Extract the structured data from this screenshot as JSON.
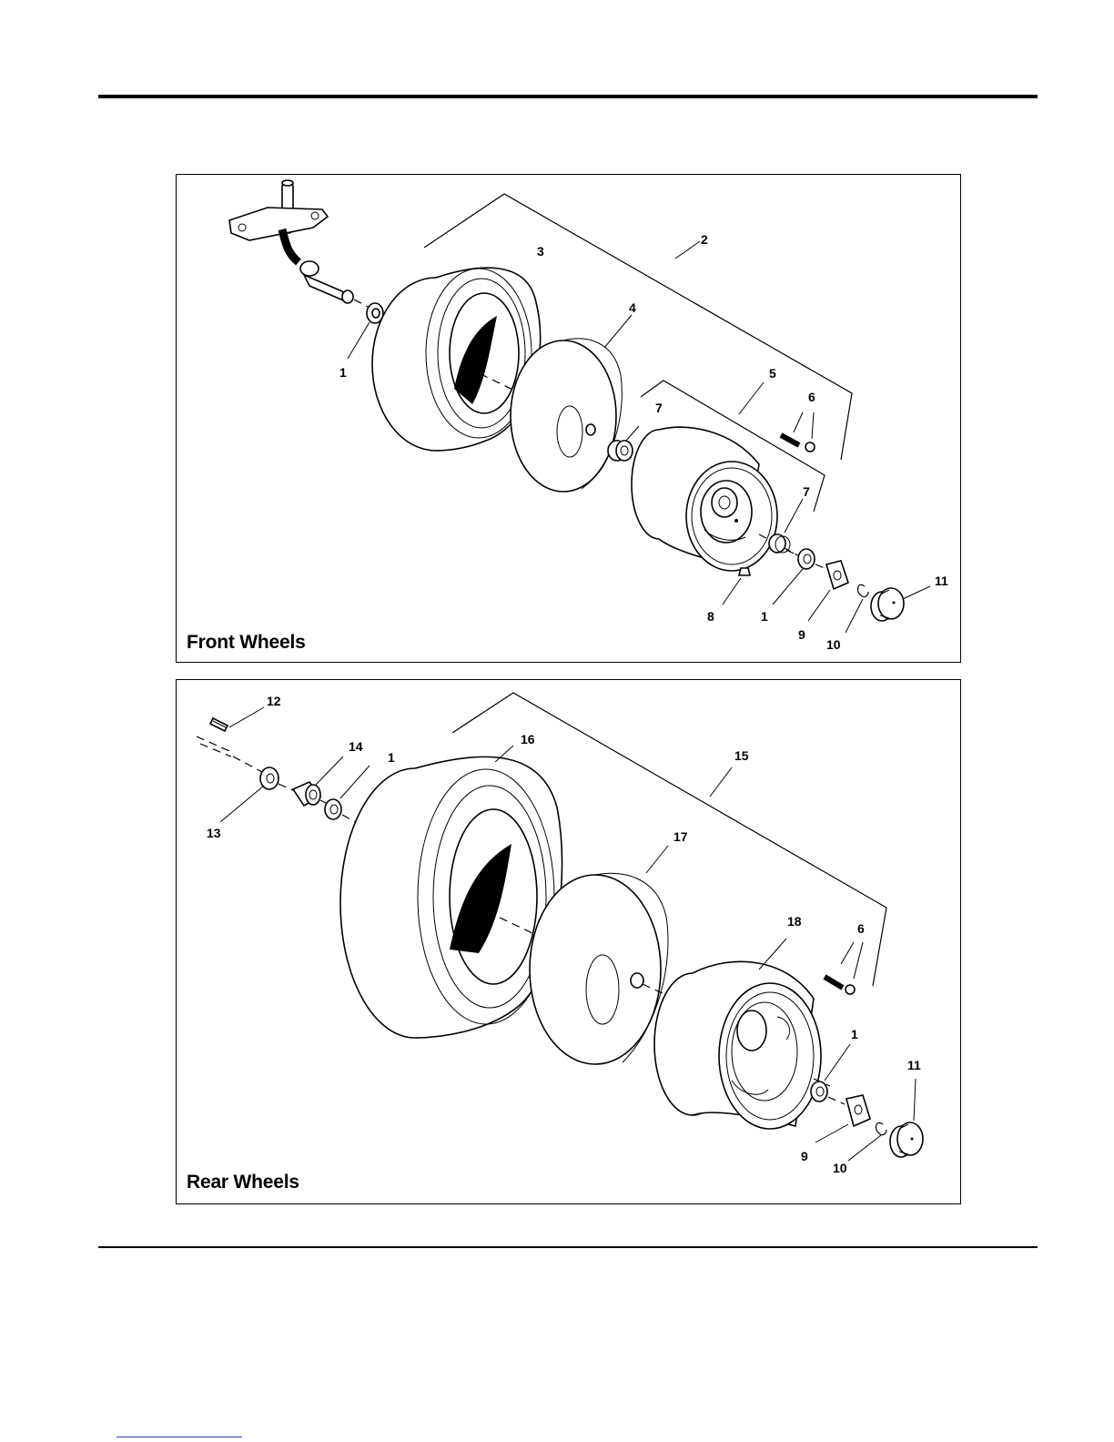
{
  "panels": {
    "front": {
      "title": "Front Wheels",
      "callouts": [
        "1",
        "2",
        "3",
        "4",
        "5",
        "6",
        "7",
        "7",
        "8",
        "1",
        "9",
        "10",
        "11"
      ]
    },
    "rear": {
      "title": "Rear Wheels",
      "callouts": [
        "12",
        "14",
        "1",
        "16",
        "15",
        "13",
        "17",
        "18",
        "6",
        "1",
        "11",
        "9",
        "10"
      ]
    }
  },
  "colors": {
    "line": "#000000",
    "footer_link": "#2a3fbf"
  }
}
